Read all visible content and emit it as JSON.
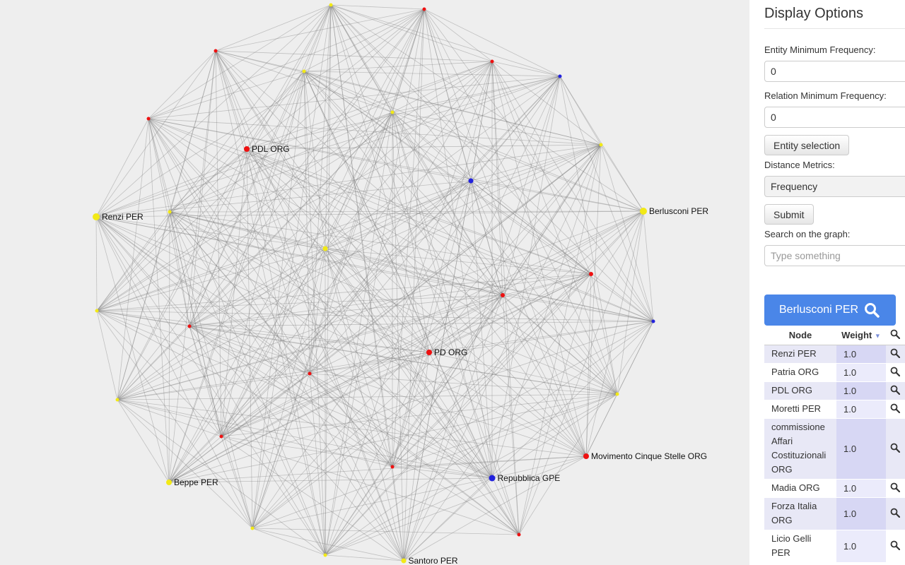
{
  "graph": {
    "colors": {
      "red": "#ee1111",
      "yellow": "#f2e916",
      "blue": "#2222dd"
    },
    "labeled_nodes": [
      {
        "id": "pdl",
        "label": "PDL ORG"
      },
      {
        "id": "renzi",
        "label": "Renzi PER"
      },
      {
        "id": "berlusconi",
        "label": "Berlusconi PER"
      },
      {
        "id": "pd",
        "label": "PD ORG"
      },
      {
        "id": "m5s",
        "label": "Movimento Cinque Stelle ORG"
      },
      {
        "id": "repubblica",
        "label": "Repubblica GPE"
      },
      {
        "id": "beppe",
        "label": "Beppe PER"
      },
      {
        "id": "santoro",
        "label": "Santoro PER"
      }
    ]
  },
  "panel": {
    "title": "Display Options",
    "entity_min_freq_label": "Entity Minimum Frequency:",
    "entity_min_freq_value": "0",
    "relation_min_freq_label": "Relation Minimum Frequency:",
    "relation_min_freq_value": "0",
    "entity_selection_button": "Entity selection",
    "distance_metrics_label": "Distance Metrics:",
    "distance_metrics_value": "Frequency",
    "submit_button": "Submit",
    "search_label": "Search on the graph:",
    "search_placeholder": "Type something",
    "selected_node_button": "Berlusconi PER"
  },
  "table": {
    "headers": {
      "node": "Node",
      "weight": "Weight"
    },
    "rows": [
      {
        "node": "Renzi PER",
        "weight": "1.0"
      },
      {
        "node": "Patria ORG",
        "weight": "1.0"
      },
      {
        "node": "PDL ORG",
        "weight": "1.0"
      },
      {
        "node": "Moretti PER",
        "weight": "1.0"
      },
      {
        "node": "commissione Affari Costituzionali ORG",
        "weight": "1.0"
      },
      {
        "node": "Madia ORG",
        "weight": "1.0"
      },
      {
        "node": "Forza Italia ORG",
        "weight": "1.0"
      },
      {
        "node": "Licio Gelli PER",
        "weight": "1.0"
      }
    ]
  }
}
